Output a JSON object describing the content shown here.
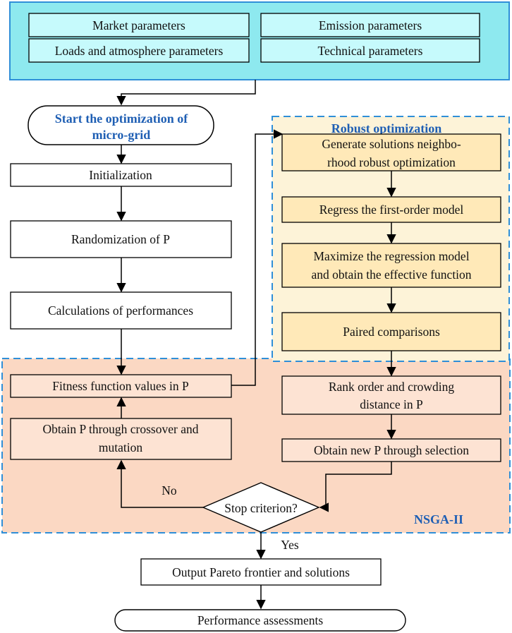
{
  "inputs": {
    "market": "Market parameters",
    "emission": "Emission parameters",
    "loads": "Loads and atmosphere parameters",
    "technical": "Technical parameters"
  },
  "start": {
    "line1": "Start the optimization of",
    "line2": "micro-grid"
  },
  "left_flow": {
    "initialization": "Initialization",
    "randomization": "Randomization of  P",
    "calculations": "Calculations of performances",
    "fitness": "Fitness function values in P",
    "crossover_line1": "Obtain P through crossover and",
    "crossover_line2": "mutation"
  },
  "robust": {
    "title": "Robust optimization",
    "generate_line1": "Generate solutions neighbo-",
    "generate_line2": "rhood robust optimization",
    "regress": "Regress the first-order model",
    "maximize_line1": "Maximize the regression model",
    "maximize_line2": "and obtain the effective function",
    "paired": "Paired comparisons"
  },
  "nsga": {
    "title": "NSGA-II",
    "rank_line1": "Rank order and crowding",
    "rank_line2": "distance in P",
    "selection": "Obtain new P through selection",
    "stop": "Stop criterion?",
    "no": "No",
    "yes": "Yes"
  },
  "output": {
    "pareto": "Output Pareto frontier and solutions",
    "assessments": "Performance assessments"
  },
  "colors": {
    "input_panel": "#8ee9ef",
    "input_cell": "#c6fafc",
    "panel_border": "#2f8fd8",
    "robust_panel": "#fdf3d8",
    "robust_box": "#ffe9b8",
    "nsga_panel": "#fbd8c3",
    "nsga_box": "#fde3d3",
    "title_blue": "#1f5fb4"
  }
}
